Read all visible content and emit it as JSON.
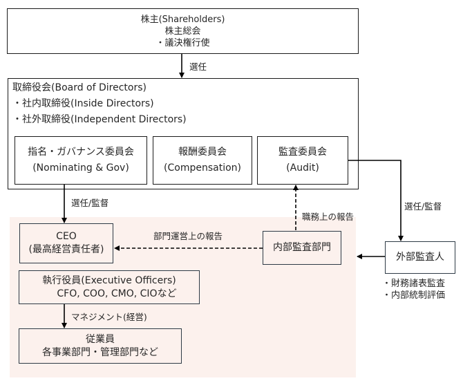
{
  "shareholders": {
    "title": "株主(Shareholders)",
    "line2": "株主総会",
    "line3": "・議決権行使"
  },
  "board": {
    "title": "取締役会(Board of Directors)",
    "inside": "・社内取締役(Inside Directors)",
    "independent": "・社外取締役(Independent Directors)",
    "committees": [
      {
        "name": "指名・ガバナンス委員会",
        "english": "(Nominating & Gov)"
      },
      {
        "name": "報酬委員会",
        "english": "(Compensation)"
      },
      {
        "name": "監査委員会",
        "english": "(Audit)"
      }
    ]
  },
  "execution": {
    "ceo": {
      "title": "CEO",
      "subtitle": "(最高経営責任者)"
    },
    "officers": {
      "title": "執行役員(Executive Officers)",
      "subtitle": "CFO, COO, CMO, CIOなど"
    },
    "employees": {
      "title": "従業員",
      "subtitle": "各事業部門・管理部門など"
    },
    "internal_audit": "内部監査部門"
  },
  "external_auditor": {
    "title": "外部監査人",
    "duties": [
      "・財務諸表監査",
      "・内部統制評価"
    ]
  },
  "connectors": {
    "shareholders_to_board": "選任",
    "board_to_ceo": "選任/監督",
    "audit_to_external": "選任/監督",
    "internal_to_audit": "職務上の報告",
    "internal_to_ceo": "部門運営上の報告",
    "officers_to_employees": "マネジメント(経営)"
  }
}
